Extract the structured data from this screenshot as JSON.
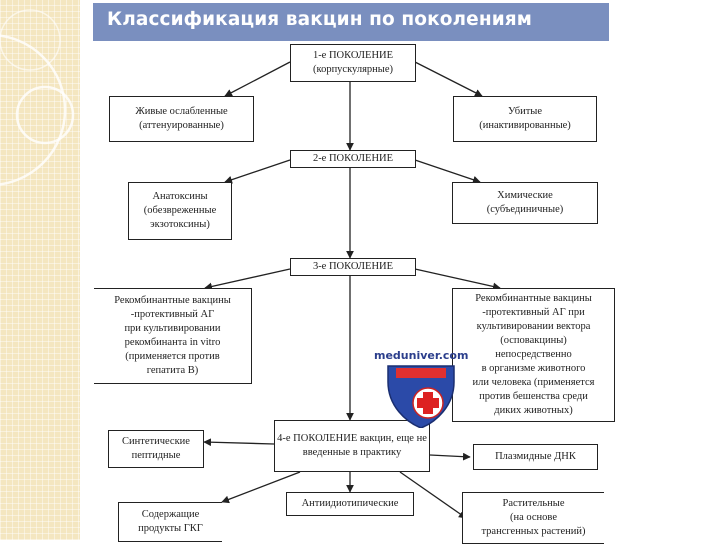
{
  "title": "Классификация вакцин по поколениям",
  "logo": {
    "text": "meduniver.com"
  },
  "nodes": {
    "gen1": "1-е ПОКОЛЕНИЕ\n(корпускулярные)",
    "live": "Живые ослабленные\n(аттенуированные)",
    "killed": "Убитые\n(инактивированные)",
    "gen2": "2-е ПОКОЛЕНИЕ",
    "anatoxins": "Анатоксины\n(обезвреженные\nэкзотоксины)",
    "chemical": "Химические\n(субъединичные)",
    "gen3": "3-е ПОКОЛЕНИЕ",
    "recomb_left": "Рекомбинантные вакцины\n-протективный АГ\nпри культивировании\nрекомбинанта in vitro\n(применяется против\nгепатита В)",
    "recomb_right": "Рекомбинантные вакцины\n-протективный АГ при\nкультивировании вектора\n(осповакцины)\nнепосредственно\nв организме животного\nили человека (применяется\nпротив бешенства среди\nдиких животных)",
    "gen4": "4-е ПОКОЛЕНИЕ вакцин, еще не\nвведенные в практику",
    "synthetic": "Синтетические\nпептидные",
    "plasmid": "Плазмидные ДНК",
    "antiidiotypic": "Антиидиотипические",
    "hkg": "Содержащие\nпродукты ГКГ",
    "plant": "Растительные\n(на основе\nтрансгенных растений)"
  }
}
